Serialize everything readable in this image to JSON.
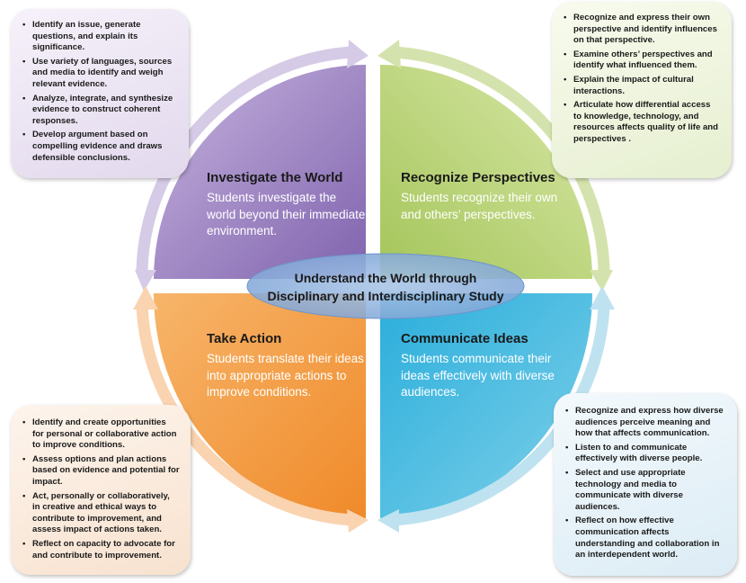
{
  "diagram": {
    "center": {
      "line1": "Understand the World through",
      "line2": "Disciplinary and Interdisciplinary Study"
    },
    "quadrants": {
      "investigate": {
        "title": "Investigate the World",
        "body": "Students investigate the world beyond their immediate environment.",
        "color": "#9a7fc0"
      },
      "recognize": {
        "title": "Recognize Perspectives",
        "body": "Students recognize their own and others’ perspectives.",
        "color": "#b5cf6a"
      },
      "action": {
        "title": "Take Action",
        "body": "Students translate their ideas into appropriate actions to improve conditions.",
        "color": "#f5a24a"
      },
      "communicate": {
        "title": "Communicate Ideas",
        "body": "Students communicate their ideas effectively with diverse audiences.",
        "color": "#3bb8dc"
      }
    },
    "boxes": {
      "investigate": [
        "Identify an issue, generate questions, and explain its significance.",
        "Use variety of languages, sources and media to identify and weigh relevant evidence.",
        "Analyze, integrate, and synthesize evidence to construct coherent responses.",
        "Develop argument based on compelling evidence and draws defensible conclusions."
      ],
      "recognize": [
        "Recognize and express their own perspective and identify influences on that perspective.",
        "Examine others’ perspectives and identify what influenced them.",
        "Explain the impact of cultural interactions.",
        "Articulate how differential access to knowledge, technology, and resources affects quality of life and perspectives ."
      ],
      "action": [
        "Identify and create opportunities for personal or collaborative action to improve conditions.",
        "Assess options and plan actions based on evidence and potential for impact.",
        "Act, personally or collaboratively, in creative and ethical ways to contribute to improvement, and assess impact of actions taken.",
        "Reflect on capacity to advocate for and contribute to improvement."
      ],
      "communicate": [
        "Recognize and express how diverse audiences perceive  meaning and how that affects communication.",
        "Listen to and communicate effectively with diverse people.",
        "Select and use appropriate technology and media to communicate with diverse audiences.",
        "Reflect on how effective communication affects understanding and collaboration in an interdependent world."
      ]
    }
  }
}
